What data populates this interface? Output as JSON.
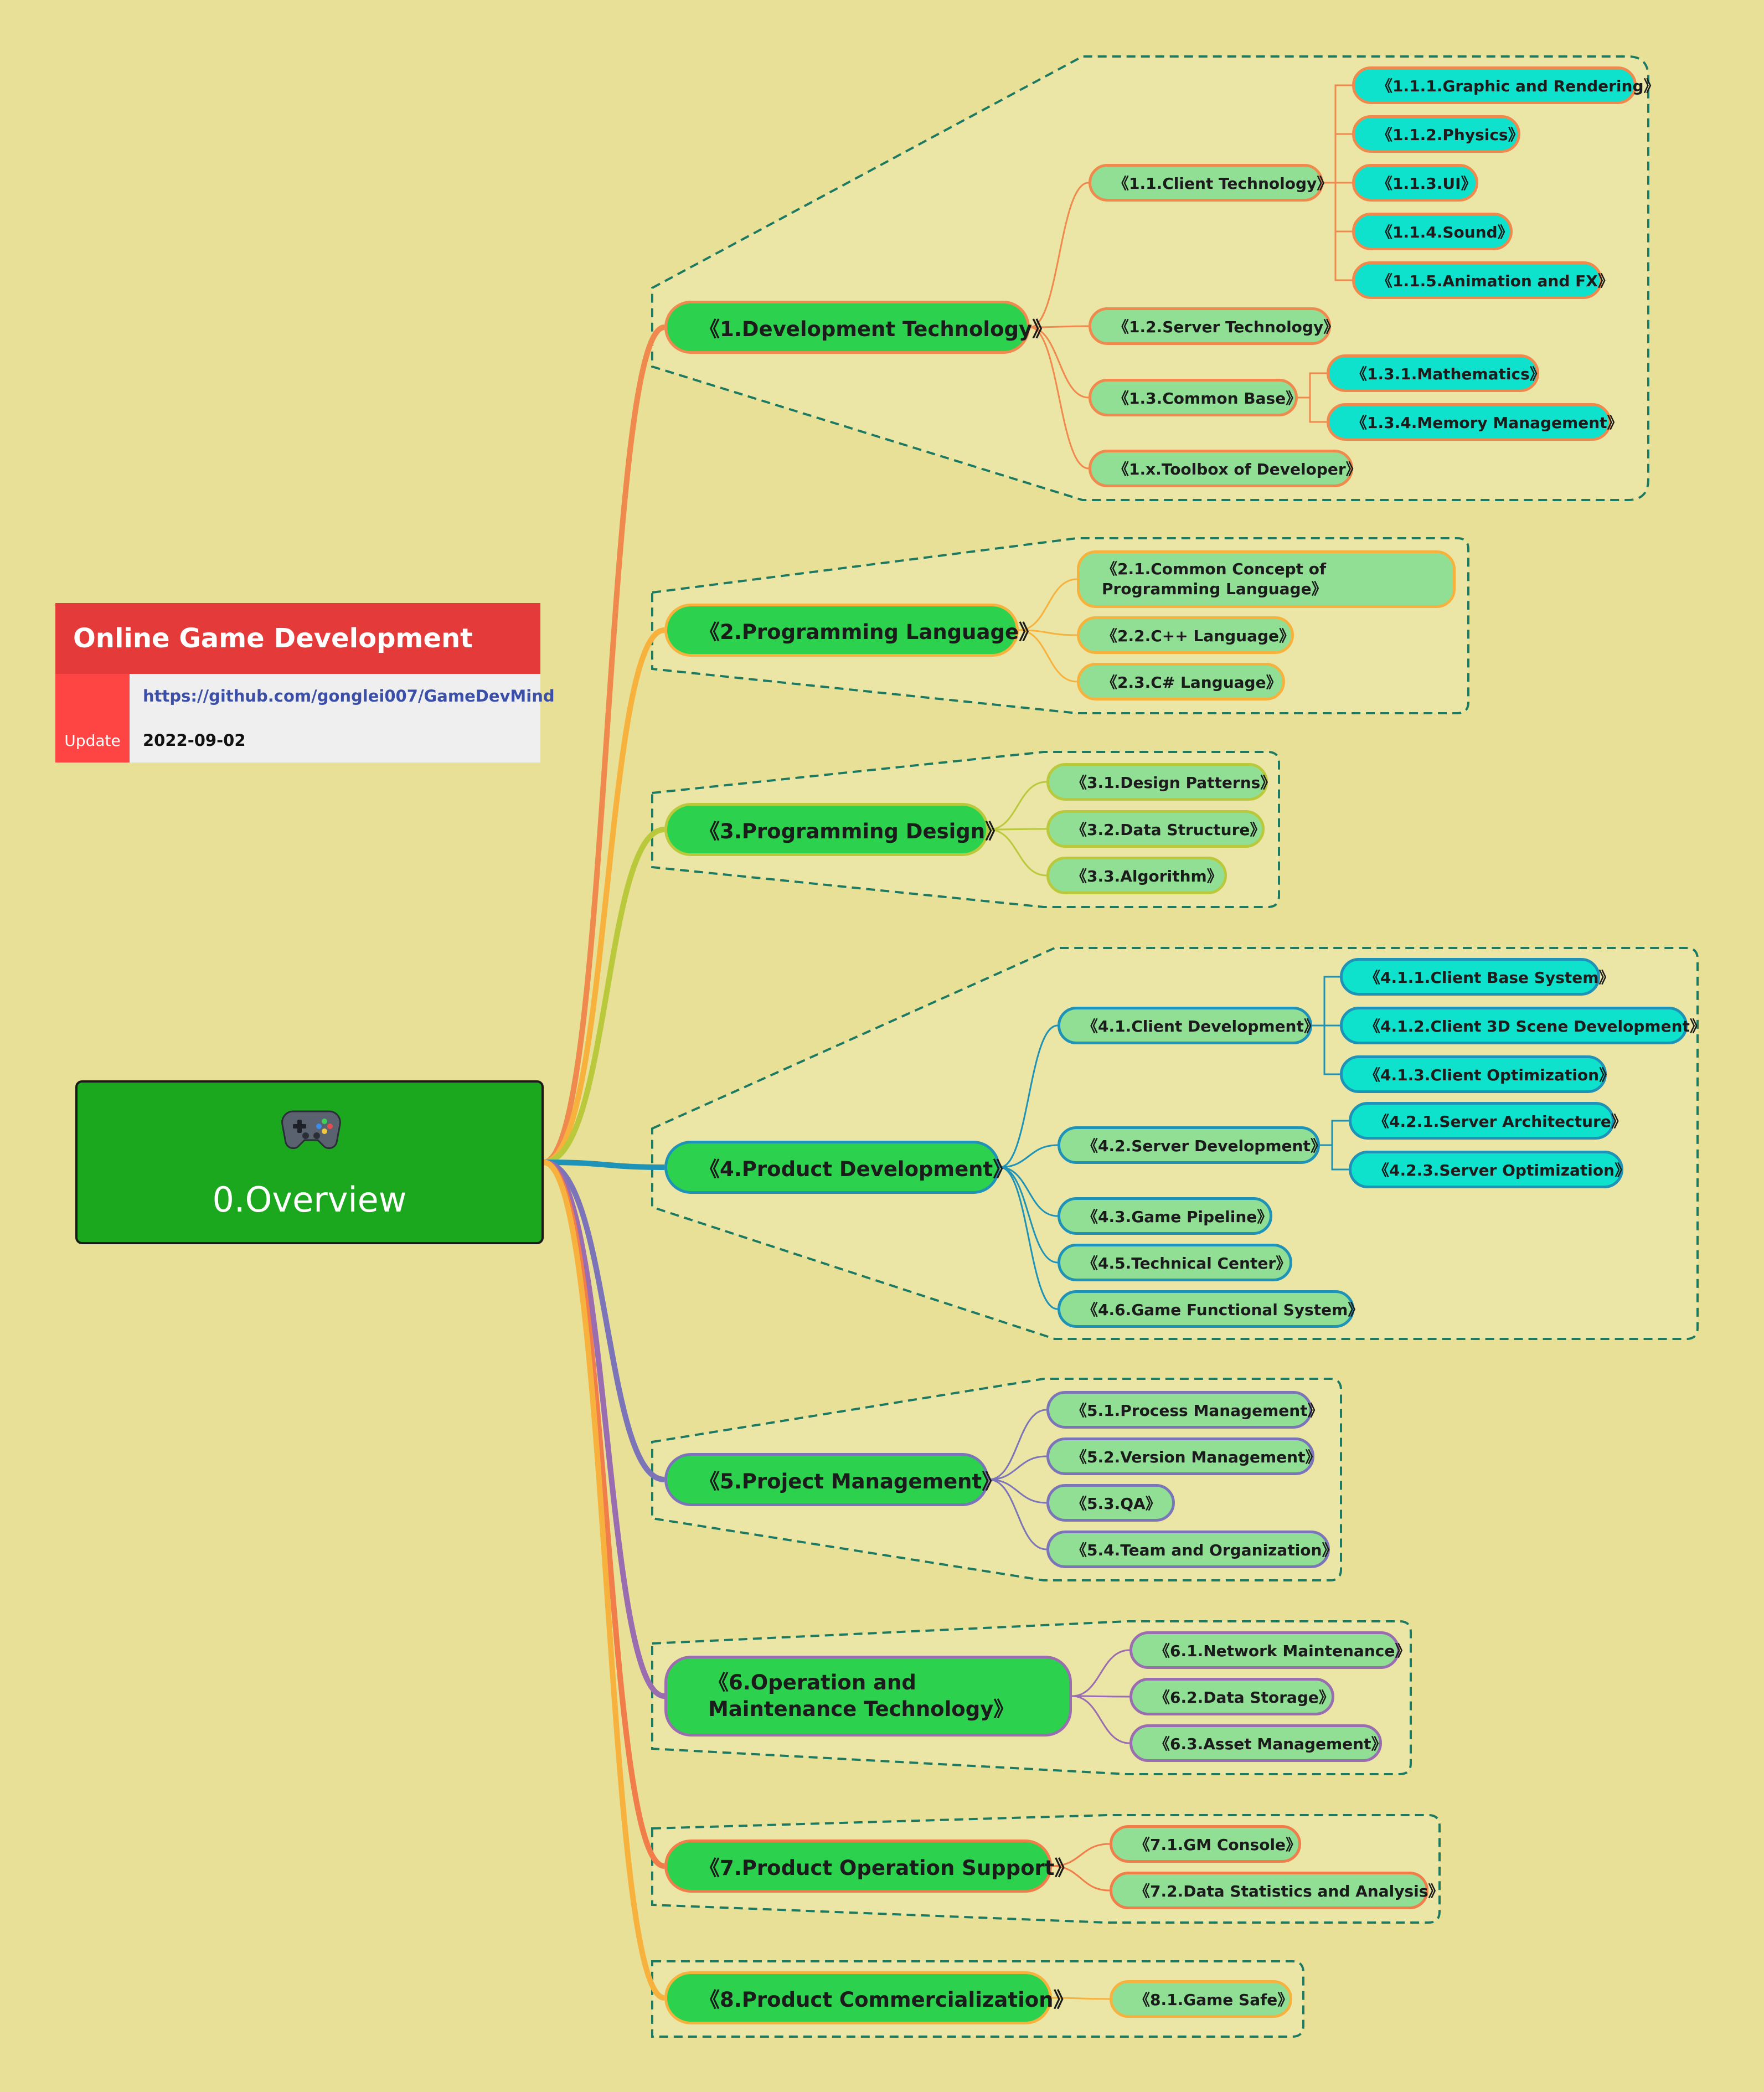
{
  "colors": {
    "background": "#e8e096",
    "root_fill": "#1ca81e",
    "level1_fill": "#2cd24e",
    "level2_fill": "#90df95",
    "level3_fill": "#0ee2cc",
    "summary_border": "#1d7a62",
    "summary_fill": "#ebe5a6",
    "info_header": "#e43a3a",
    "info_key": "#ff4444"
  },
  "info_panel": {
    "title": "Online Game Development",
    "link": "https://github.com/gonglei007/GameDevMind",
    "update_label": "Update",
    "update_date": "2022-09-02"
  },
  "root": {
    "label": "0.Overview",
    "icon": "gamepad-icon"
  },
  "branches": [
    {
      "label": "《1.Development Technology》",
      "color": "#f0894e",
      "children": [
        {
          "label": "《1.1.Client Technology》",
          "children": [
            {
              "label": "《1.1.1.Graphic and Rendering》"
            },
            {
              "label": "《1.1.2.Physics》"
            },
            {
              "label": "《1.1.3.UI》"
            },
            {
              "label": "《1.1.4.Sound》"
            },
            {
              "label": "《1.1.5.Animation and FX》"
            }
          ]
        },
        {
          "label": "《1.2.Server Technology》"
        },
        {
          "label": "《1.3.Common Base》",
          "children": [
            {
              "label": "《1.3.1.Mathematics》"
            },
            {
              "label": "《1.3.4.Memory Management》"
            }
          ]
        },
        {
          "label": "《1.x.Toolbox of Developer》"
        }
      ]
    },
    {
      "label": "《2.Programming Language》",
      "color": "#f7b23e",
      "children": [
        {
          "label": "《2.1.Common Concept of Programming Language》"
        },
        {
          "label": "《2.2.C++ Language》"
        },
        {
          "label": "《2.3.C# Language》"
        }
      ]
    },
    {
      "label": "《3.Programming Design》",
      "color": "#b9c93b",
      "children": [
        {
          "label": "《3.1.Design Patterns》"
        },
        {
          "label": "《3.2.Data Structure》"
        },
        {
          "label": "《3.3.Algorithm》"
        }
      ]
    },
    {
      "label": "《4.Product Development》",
      "color": "#1e93b7",
      "children": [
        {
          "label": "《4.1.Client Development》",
          "children": [
            {
              "label": "《4.1.1.Client Base System》"
            },
            {
              "label": "《4.1.2.Client 3D Scene Development》"
            },
            {
              "label": "《4.1.3.Client Optimization》"
            }
          ]
        },
        {
          "label": "《4.2.Server Development》",
          "children": [
            {
              "label": "《4.2.1.Server Architecture》"
            },
            {
              "label": "《4.2.3.Server Optimization》"
            }
          ]
        },
        {
          "label": "《4.3.Game Pipeline》"
        },
        {
          "label": "《4.5.Technical Center》"
        },
        {
          "label": "《4.6.Game Functional System》"
        }
      ]
    },
    {
      "label": "《5.Project Management》",
      "color": "#7c74b8",
      "children": [
        {
          "label": "《5.1.Process Management》"
        },
        {
          "label": "《5.2.Version Management》"
        },
        {
          "label": "《5.3.QA》"
        },
        {
          "label": "《5.4.Team and Organization》"
        }
      ]
    },
    {
      "label": "《6.Operation and Maintenance Technology》",
      "color": "#9a6cb0",
      "children": [
        {
          "label": "《6.1.Network Maintenance》"
        },
        {
          "label": "《6.2.Data Storage》"
        },
        {
          "label": "《6.3.Asset Management》"
        }
      ]
    },
    {
      "label": "《7.Product Operation Support》",
      "color": "#f07d4a",
      "children": [
        {
          "label": "《7.1.GM Console》"
        },
        {
          "label": "《7.2.Data Statistics and Analysis》"
        }
      ]
    },
    {
      "label": "《8.Product Commercialization》",
      "color": "#f7b23e",
      "children": [
        {
          "label": "《8.1.Game Safe》"
        }
      ]
    }
  ]
}
